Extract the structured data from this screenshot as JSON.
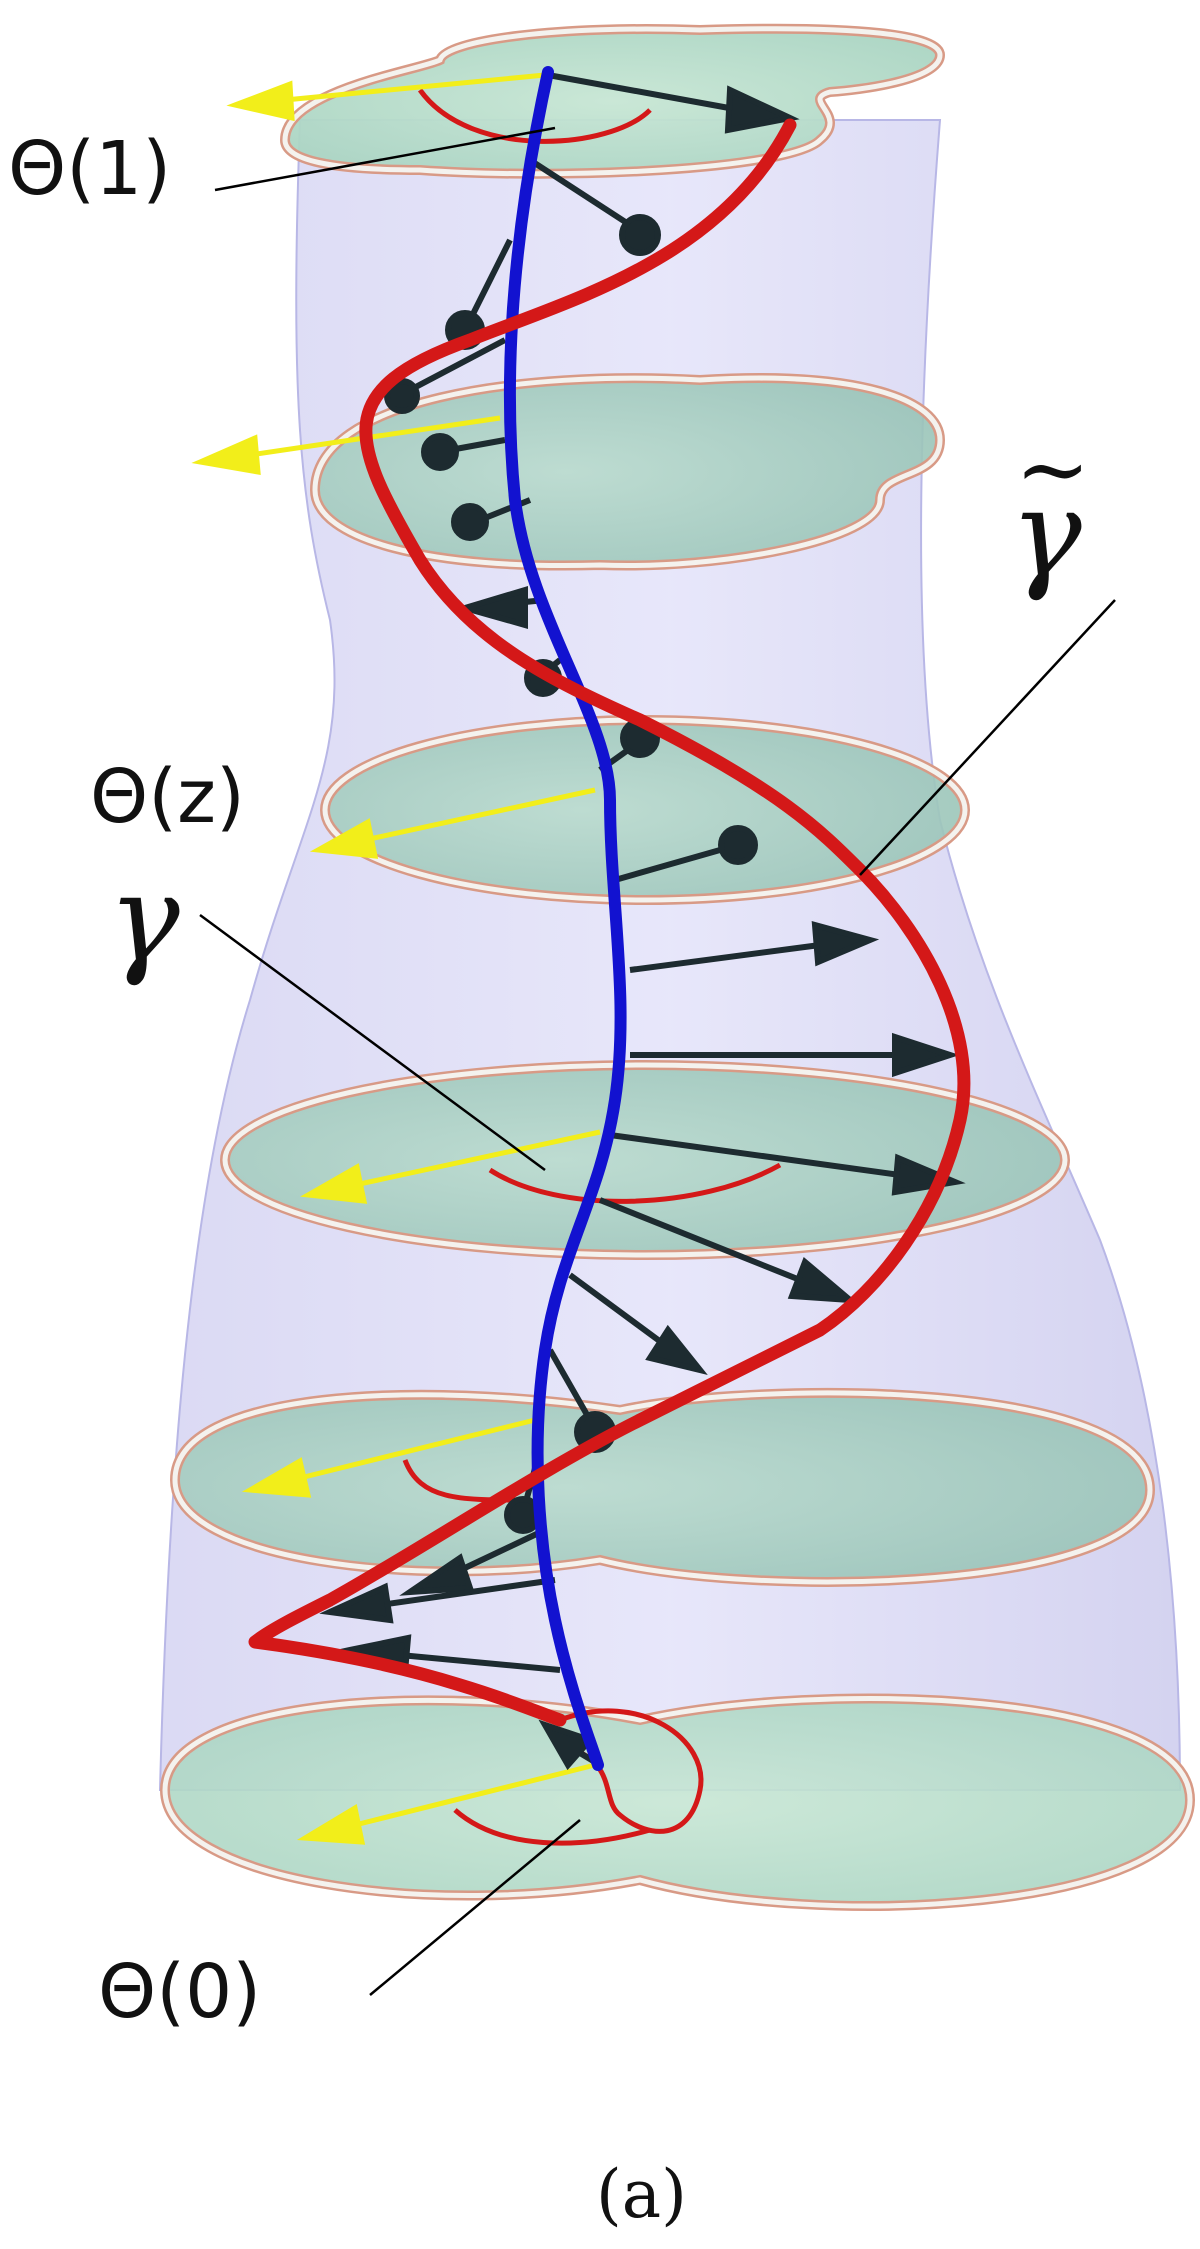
{
  "labels": {
    "theta_1": "Θ(1)",
    "theta_z": "Θ(z)",
    "theta_0": "Θ(0)",
    "gamma": "γ",
    "gamma_tilde_base": "γ",
    "gamma_tilde_accent": "~",
    "caption": "(a)"
  },
  "colors": {
    "tube_fill": "#c9c8f0",
    "tube_edge": "#b8b7e6",
    "disk_fill": "#a9cfc4",
    "ring_outer": "#d89a86",
    "ring_inner": "#f4f2ee",
    "blue_curve": "#1212d0",
    "red_curve": "#d41818",
    "yellow_arrow": "#f2ee1a",
    "dark_arrow": "#1d2b30",
    "leader_line": "#000000"
  },
  "icons": {
    "yellow_arrow": "yellow-arrow-icon",
    "dark_arrow": "dark-arrow-icon"
  }
}
